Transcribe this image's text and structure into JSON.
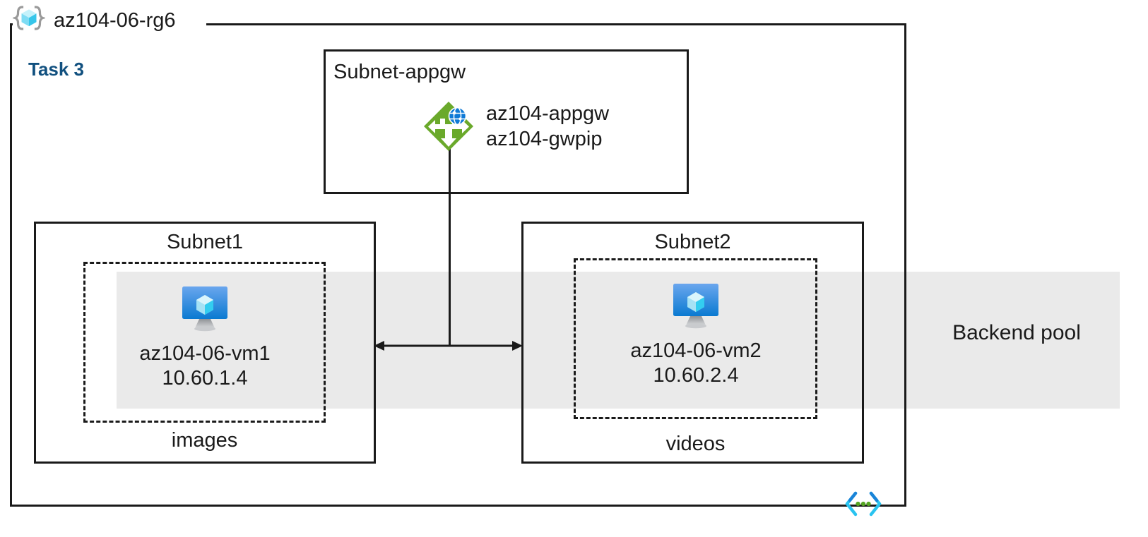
{
  "diagram": {
    "title": "az104-06-rg6",
    "resource_group_icon": "azure-resource-group-icon",
    "task_label": "Task 3",
    "task_label_color": "#11507f",
    "backend_pool": {
      "label": "Backend pool",
      "band_color": "#eaeaea"
    },
    "code_icon": "code-brackets-icon",
    "subnets": [
      {
        "id": "appgw",
        "title": "Subnet-appgw",
        "node": {
          "icon": "application-gateway-icon",
          "icon_color": "#6aa92b",
          "lines": [
            "az104-appgw",
            "az104-gwpip"
          ]
        }
      },
      {
        "id": "subnet1",
        "title": "Subnet1",
        "caption": "images",
        "vm": {
          "icon": "virtual-machine-icon",
          "name": "az104-06-vm1",
          "ip": "10.60.1.4"
        }
      },
      {
        "id": "subnet2",
        "title": "Subnet2",
        "caption": "videos",
        "vm": {
          "icon": "virtual-machine-icon",
          "name": "az104-06-vm2",
          "ip": "10.60.2.4"
        }
      }
    ],
    "connectors": [
      {
        "name": "gateway-to-subnets-vertical",
        "type": "line"
      },
      {
        "name": "subnet1-subnet2-bidirectional",
        "type": "double-arrow"
      }
    ]
  }
}
